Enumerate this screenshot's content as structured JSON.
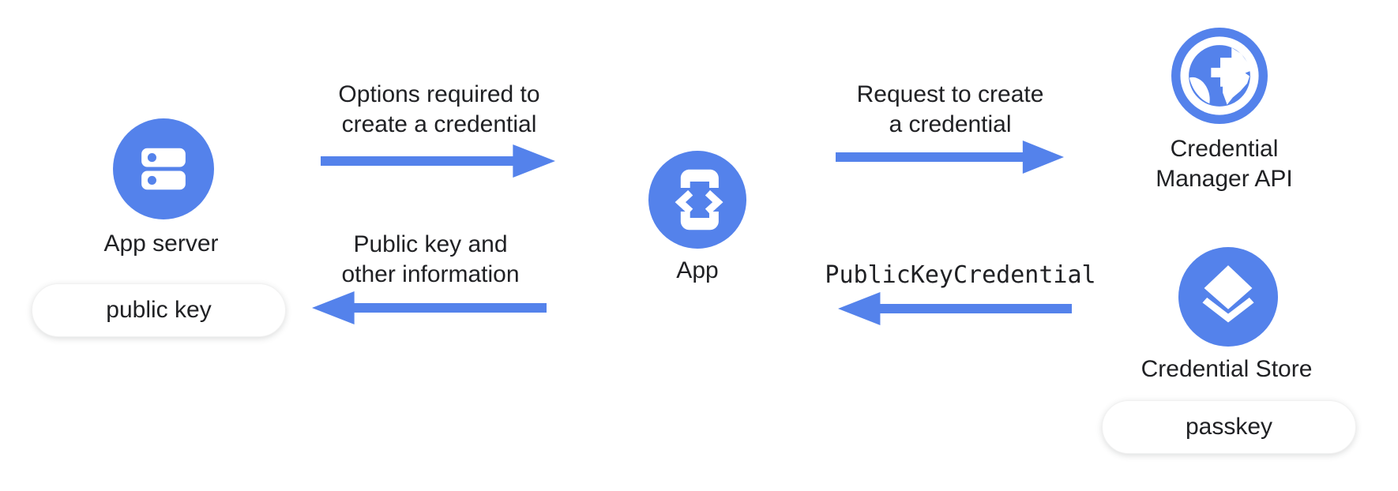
{
  "colors": {
    "accent_blue": "#5482EB",
    "text": "#202124",
    "background": "#FFFFFF",
    "pill_background": "#FFFFFF"
  },
  "nodes": {
    "app_server": {
      "icon": "server-icon",
      "label": "App server",
      "badge": "public key"
    },
    "app": {
      "icon": "phone-code-icon",
      "label": "App"
    },
    "credential_manager_api": {
      "icon": "globe-icon",
      "label_line1": "Credential",
      "label_line2": "Manager API"
    },
    "credential_store": {
      "icon": "layers-icon",
      "label": "Credential Store",
      "badge": "passkey"
    }
  },
  "flows": {
    "options": {
      "direction": "right",
      "label_line1": "Options required to",
      "label_line2": "create a credential"
    },
    "public_key_info": {
      "direction": "left",
      "label_line1": "Public key and",
      "label_line2": "other information"
    },
    "request": {
      "direction": "right",
      "label_line1": "Request to create",
      "label_line2": "a credential"
    },
    "public_key_credential": {
      "direction": "left",
      "label": "PublicKeyCredential"
    }
  }
}
